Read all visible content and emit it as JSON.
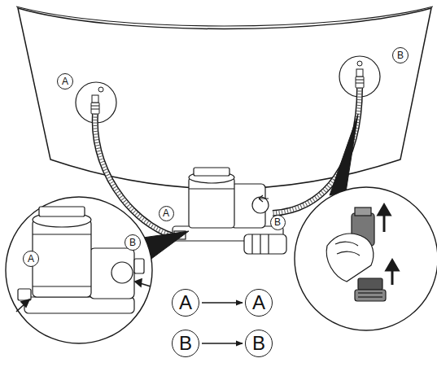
{
  "diagram": {
    "nodes": [
      {
        "text": [
          "A"
        ]
      },
      {
        "text": [
          "B"
        ]
      },
      {
        "text": [
          "A"
        ]
      },
      {
        "text": [
          "B"
        ]
      },
      {
        "text": [
          "A"
        ]
      },
      {
        "text": [
          "B"
        ]
      },
      {
        "text": [
          "A"
        ]
      },
      {
        "text": [
          "A"
        ]
      },
      {
        "text": [
          "B"
        ]
      },
      {
        "text": [
          "B"
        ]
      }
    ],
    "edges": [
      {
        "from": 6,
        "to": 7,
        "arrow": "to"
      },
      {
        "from": 8,
        "to": 9,
        "arrow": "to"
      }
    ]
  }
}
